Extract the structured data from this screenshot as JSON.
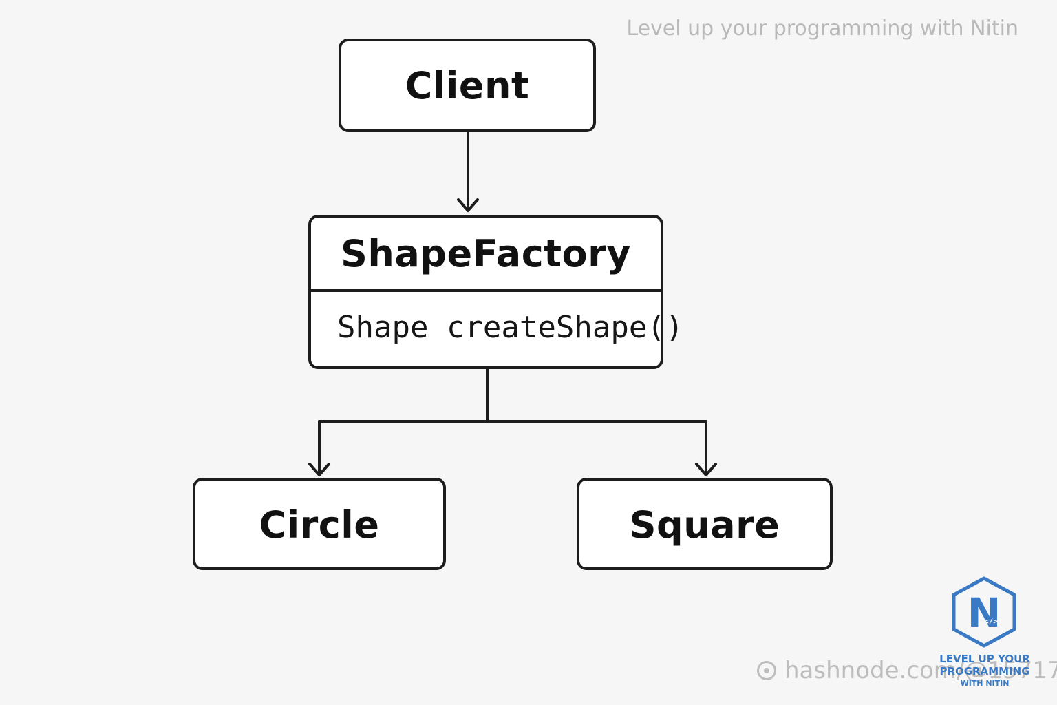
{
  "header": {
    "tagline": "Level up your programming with Nitin"
  },
  "diagram": {
    "client": {
      "label": "Client"
    },
    "factory": {
      "name": "ShapeFactory",
      "method": "Shape createShape()"
    },
    "circle": {
      "label": "Circle"
    },
    "square": {
      "label": "Square"
    },
    "connectors": [
      {
        "from": "Client",
        "to": "ShapeFactory"
      },
      {
        "from": "ShapeFactory",
        "to": "Circle"
      },
      {
        "from": "ShapeFactory",
        "to": "Square"
      }
    ]
  },
  "footer": {
    "watermark": "hashnode.com/@15717",
    "logo_letter": "N",
    "logo_code": "</>",
    "logo_line1": "LEVEL UP YOUR",
    "logo_line2": "PROGRAMMING",
    "logo_line3": "WITH NITIN"
  },
  "colors": {
    "stroke": "#1d1d1d",
    "background": "#f6f6f6",
    "box_fill": "#ffffff",
    "logo_blue": "#3a79c4",
    "watermark_gray": "#bdbdbd"
  }
}
